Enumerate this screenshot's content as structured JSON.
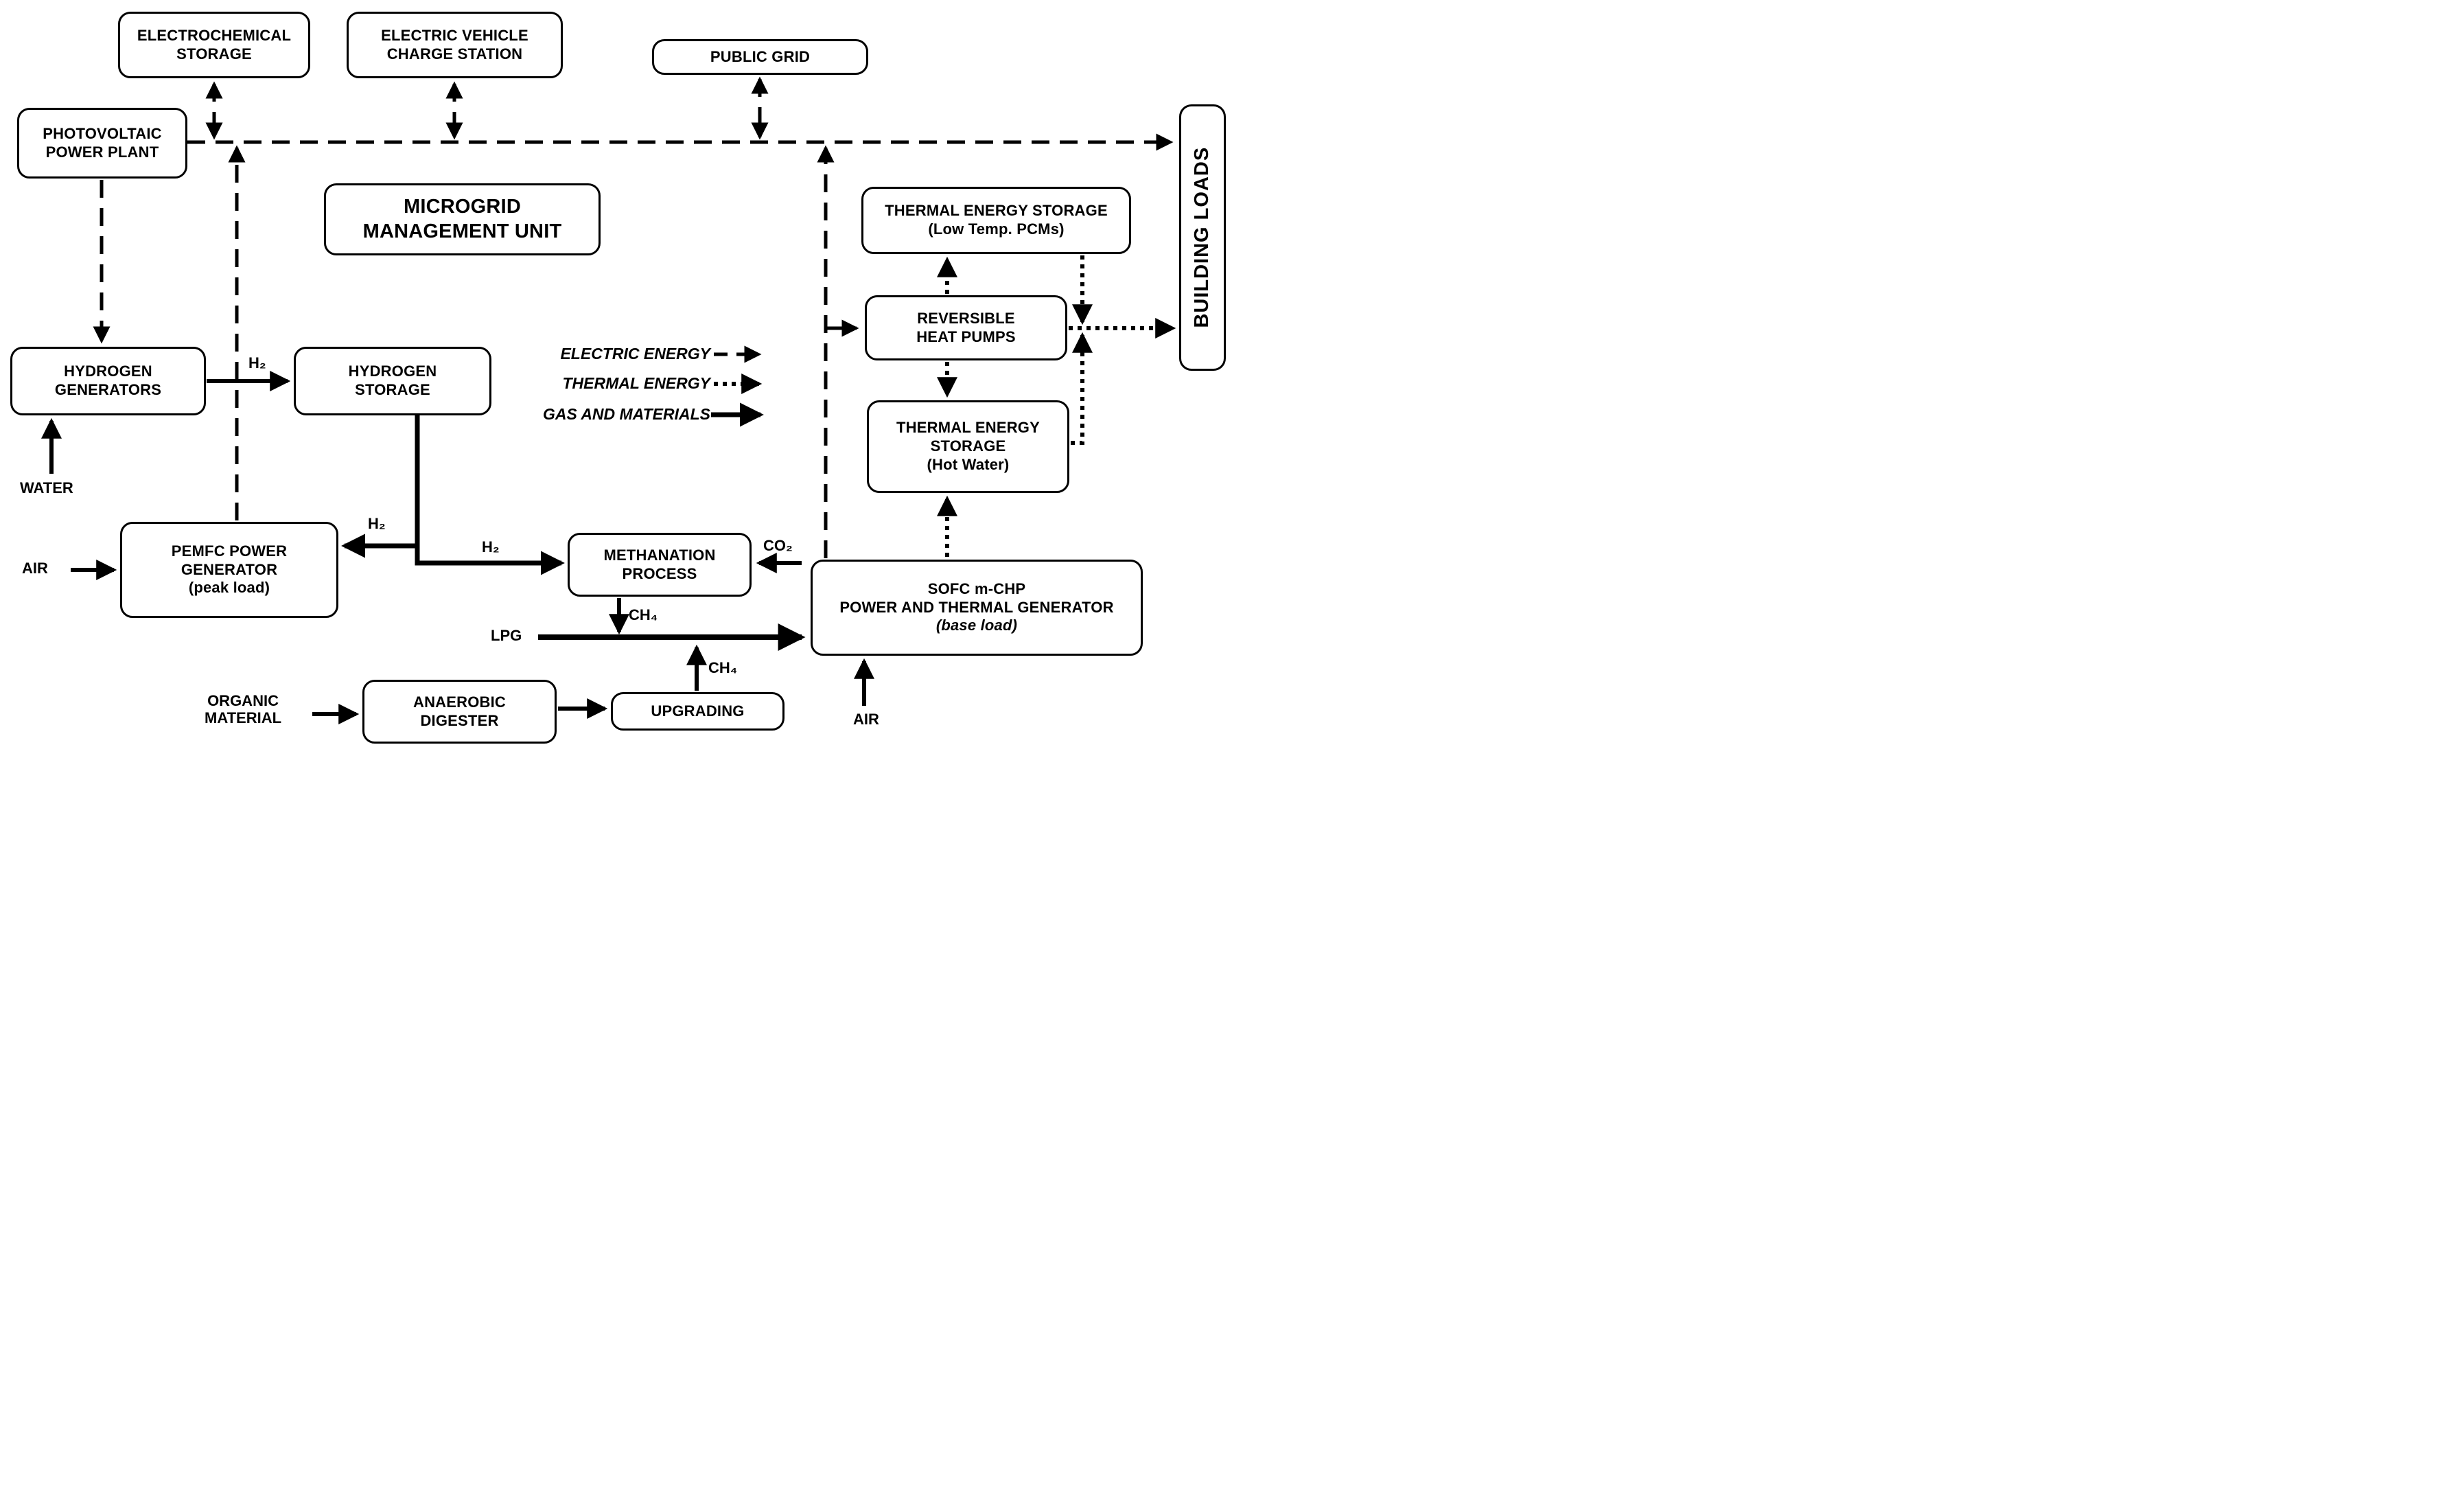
{
  "boxes": {
    "electrochemical_storage": {
      "lines": [
        "ELECTROCHEMICAL",
        "STORAGE"
      ]
    },
    "ev_charge_station": {
      "lines": [
        "ELECTRIC VEHICLE",
        "CHARGE STATION"
      ]
    },
    "public_grid": {
      "lines": [
        "PUBLIC GRID"
      ]
    },
    "photovoltaic": {
      "lines": [
        "PHOTOVOLTAIC",
        "POWER PLANT"
      ]
    },
    "microgrid_mgmt": {
      "lines": [
        "MICROGRID",
        "MANAGEMENT UNIT"
      ]
    },
    "hydrogen_generators": {
      "lines": [
        "HYDROGEN",
        "GENERATORS"
      ]
    },
    "hydrogen_storage": {
      "lines": [
        "HYDROGEN",
        "STORAGE"
      ]
    },
    "pemfc": {
      "lines": [
        "PEMFC POWER",
        "GENERATOR",
        "(peak load)"
      ]
    },
    "methanation": {
      "lines": [
        "METHANATION",
        "PROCESS"
      ]
    },
    "sofc": {
      "lines": [
        "SOFC m-CHP",
        "POWER AND THERMAL GENERATOR",
        "(base load)"
      ]
    },
    "tes_pcm": {
      "lines": [
        "THERMAL ENERGY STORAGE",
        "(Low Temp. PCMs)"
      ]
    },
    "heat_pumps": {
      "lines": [
        "REVERSIBLE",
        "HEAT PUMPS"
      ]
    },
    "tes_hot_water": {
      "lines": [
        "THERMAL ENERGY",
        "STORAGE",
        "(Hot Water)"
      ]
    },
    "anaerobic_digester": {
      "lines": [
        "ANAEROBIC",
        "DIGESTER"
      ]
    },
    "upgrading": {
      "lines": [
        "UPGRADING"
      ]
    },
    "building_loads": {
      "lines": [
        "BUILDING LOADS"
      ]
    }
  },
  "labels": {
    "water": "WATER",
    "air_pemfc": "AIR",
    "organic_material": {
      "lines": [
        "ORGANIC",
        "MATERIAL"
      ]
    },
    "lpg": "LPG",
    "h2_gen_to_storage": "H₂",
    "h2_storage_to_pemfc": "H₂",
    "h2_to_methanation": "H₂",
    "ch4_from_methanation": "CH₄",
    "ch4_from_upgrading": "CH₄",
    "co2": "CO₂",
    "air_sofc": "AIR"
  },
  "legend": {
    "electric": "ELECTRIC ENERGY",
    "thermal": "THERMAL ENERGY",
    "gas": "GAS AND MATERIALS"
  },
  "colors": {
    "ink": "#000000",
    "paper": "#ffffff"
  },
  "line_styles": {
    "electric": "dashed",
    "thermal": "dotted",
    "gas": "solid"
  }
}
